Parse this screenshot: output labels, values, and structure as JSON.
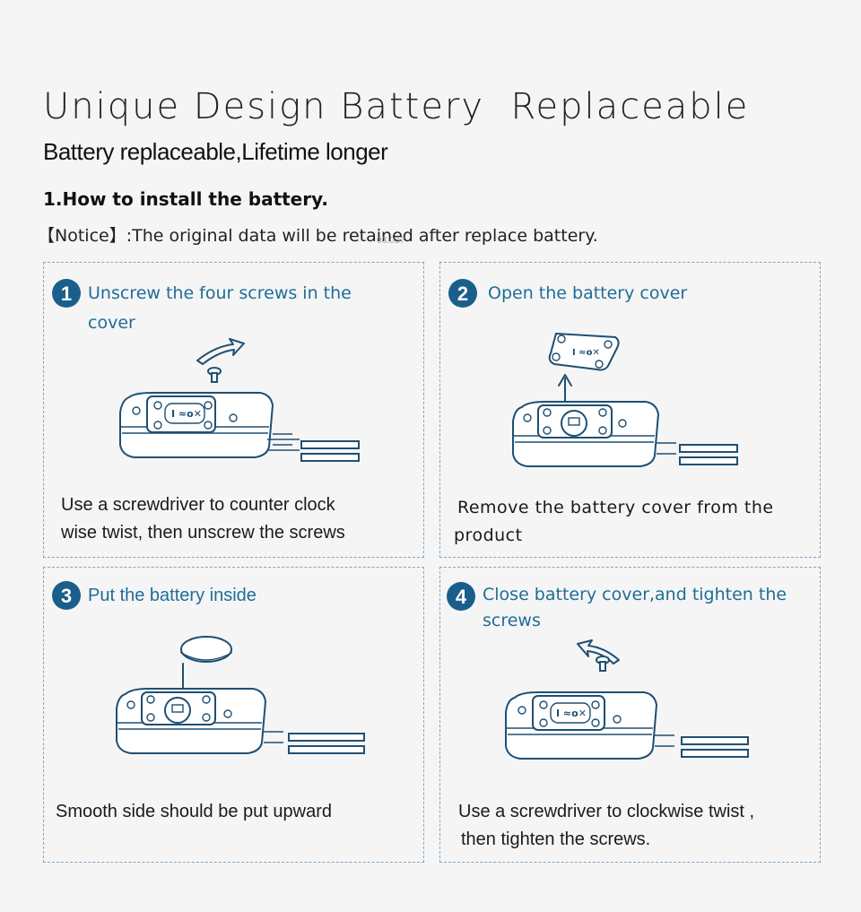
{
  "header": {
    "title": "Unique Design Battery  Replaceable",
    "subtitle": "Battery replaceable,Lifetime longer"
  },
  "section": {
    "heading": "1.How to install the battery.",
    "notice": "【Notice】:The original data will be retained after replace battery.",
    "watermark": "03.037"
  },
  "steps": [
    {
      "number": "1",
      "title": "Unscrew the four screws in the cover",
      "desc_line1": "Use a screwdriver to counter clock",
      "desc_line2": "wise twist, then unscrew the screws"
    },
    {
      "number": "2",
      "title": "Open the battery cover",
      "desc_line1": "Remove the battery cover from the",
      "desc_line2": "product"
    },
    {
      "number": "3",
      "title": "Put the battery inside",
      "desc_line1": "Smooth side should be put upward",
      "desc_line2": ""
    },
    {
      "number": "4",
      "title": "Close battery cover,and tighten the screws",
      "desc_line1": "Use a screwdriver to clockwise twist ,",
      "desc_line2": "then tighten the screws."
    }
  ],
  "colors": {
    "accent": "#1f6d97",
    "badge": "#1a5f8c",
    "panel_border": "#7ea6c8",
    "background": "#f5f5f5"
  }
}
